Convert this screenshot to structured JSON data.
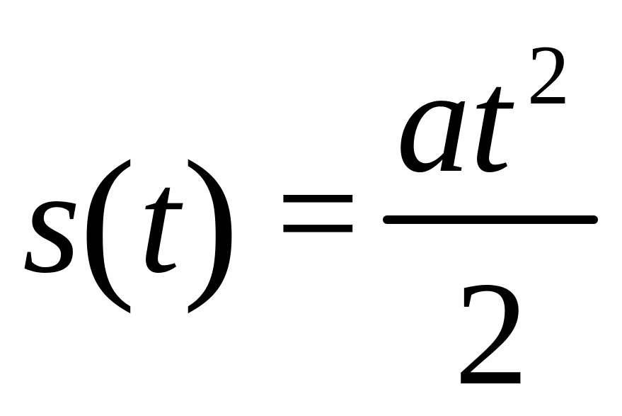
{
  "formula": {
    "lhs": {
      "variable": "s",
      "open_paren": "(",
      "argument": "t",
      "close_paren": ")"
    },
    "operator": "=",
    "numerator": {
      "coefficient": "a",
      "variable": "t",
      "exponent": "2"
    },
    "denominator": "2"
  }
}
